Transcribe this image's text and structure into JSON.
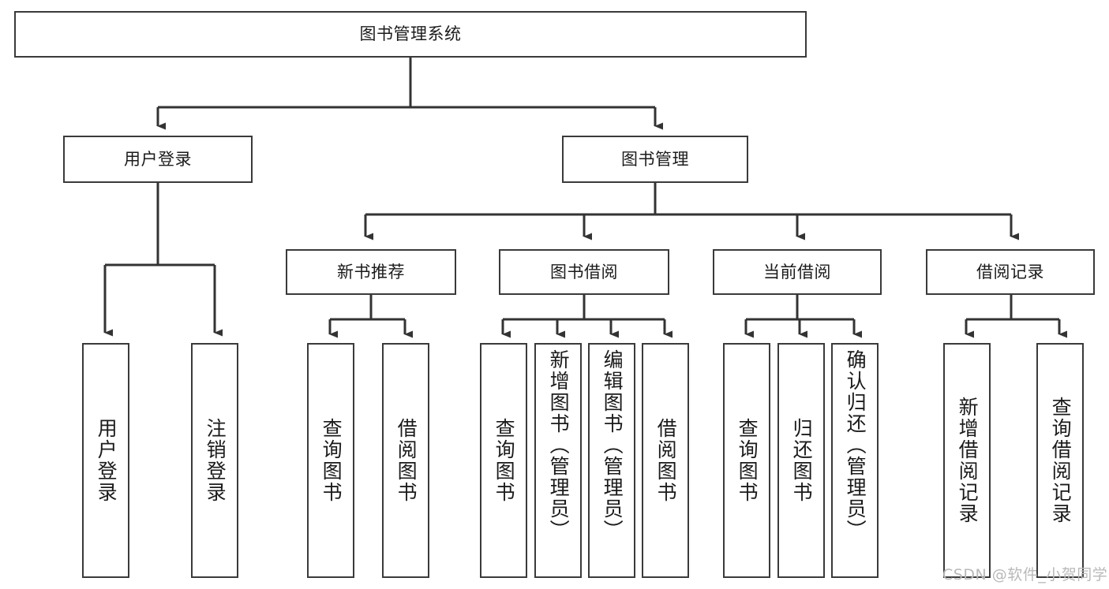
{
  "diagram": {
    "title": "图书管理系统",
    "type": "tree",
    "watermark": "CSDN @软件_小贺同学",
    "colors": {
      "background": "#ffffff",
      "box_border": "#3a3a3a",
      "box_fill": "#ffffff",
      "text": "#1b1b1b",
      "connector": "#333333",
      "watermark": "#b9b9b9"
    },
    "nodes": {
      "root": {
        "label": "图书管理系统"
      },
      "level1": [
        {
          "id": "user-login",
          "label": "用户登录"
        },
        {
          "id": "book-manage",
          "label": "图书管理"
        }
      ],
      "level2": [
        {
          "id": "new-book-recommend",
          "label": "新书推荐"
        },
        {
          "id": "book-borrow",
          "label": "图书借阅"
        },
        {
          "id": "current-borrow",
          "label": "当前借阅"
        },
        {
          "id": "borrow-record",
          "label": "借阅记录"
        }
      ],
      "leaves": {
        "user_login": [
          {
            "id": "leaf-user-login",
            "label": "用户登录"
          },
          {
            "id": "leaf-logout-login",
            "label": "注销登录"
          }
        ],
        "new_book_recommend": [
          {
            "id": "leaf-query-book-1",
            "label": "查询图书"
          },
          {
            "id": "leaf-borrow-book-1",
            "label": "借阅图书"
          }
        ],
        "book_borrow": [
          {
            "id": "leaf-query-book-2",
            "label": "查询图书"
          },
          {
            "id": "leaf-add-book",
            "label": "新增图书（管理员）"
          },
          {
            "id": "leaf-edit-book",
            "label": "编辑图书（管理员）"
          },
          {
            "id": "leaf-borrow-book-2",
            "label": "借阅图书"
          }
        ],
        "current_borrow": [
          {
            "id": "leaf-query-book-3",
            "label": "查询图书"
          },
          {
            "id": "leaf-return-book",
            "label": "归还图书"
          },
          {
            "id": "leaf-confirm-return",
            "label": "确认归还（管理员）"
          }
        ],
        "borrow_record": [
          {
            "id": "leaf-add-record",
            "label": "新增借阅记录"
          },
          {
            "id": "leaf-query-record",
            "label": "查询借阅记录"
          }
        ]
      }
    }
  }
}
